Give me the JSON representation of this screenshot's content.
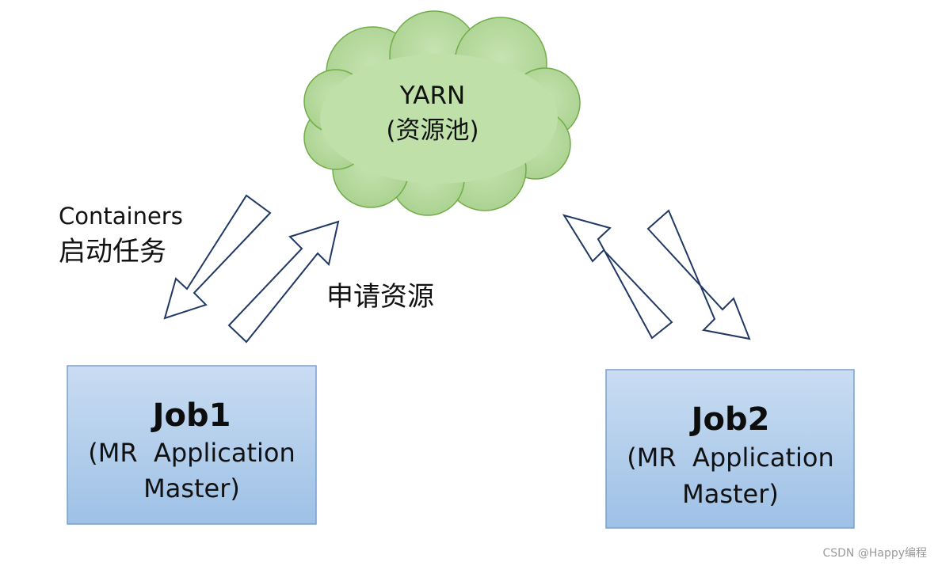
{
  "cloud": {
    "title": "YARN",
    "subtitle": "(资源池)"
  },
  "labels": {
    "containers_line1": "Containers",
    "containers_line2": "启动任务",
    "request": "申请资源"
  },
  "job1": {
    "title": "Job1",
    "subtitle_line1": "(MR  Application",
    "subtitle_line2": "Master)"
  },
  "job2": {
    "title": "Job2",
    "subtitle_line1": "(MR  Application",
    "subtitle_line2": "Master)"
  },
  "watermark": "CSDN @Happy编程",
  "colors": {
    "cloud_fill": "#a9d18e",
    "cloud_stroke": "#70ad47",
    "arrow_stroke": "#1f3864",
    "box_top": "#c5d9f0",
    "box_bottom": "#9dc3e6",
    "box_stroke": "#7a9fce"
  }
}
